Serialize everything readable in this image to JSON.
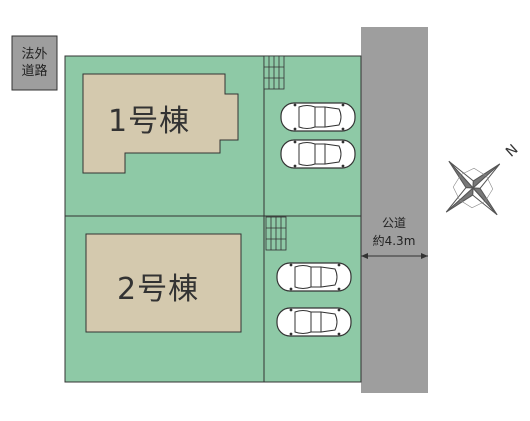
{
  "off_road": {
    "line1": "法外",
    "line2": "道路"
  },
  "lots": [
    {
      "label": "1号棟"
    },
    {
      "label": "2号棟"
    }
  ],
  "public_road": {
    "line1": "公道",
    "line2": "約4.3m"
  },
  "compass": {
    "north_label": "N"
  },
  "colors": {
    "lot_fill": "#8ec9a6",
    "building_fill": "#d4c9ae",
    "road_fill": "#9e9e9e",
    "line": "#333333"
  }
}
